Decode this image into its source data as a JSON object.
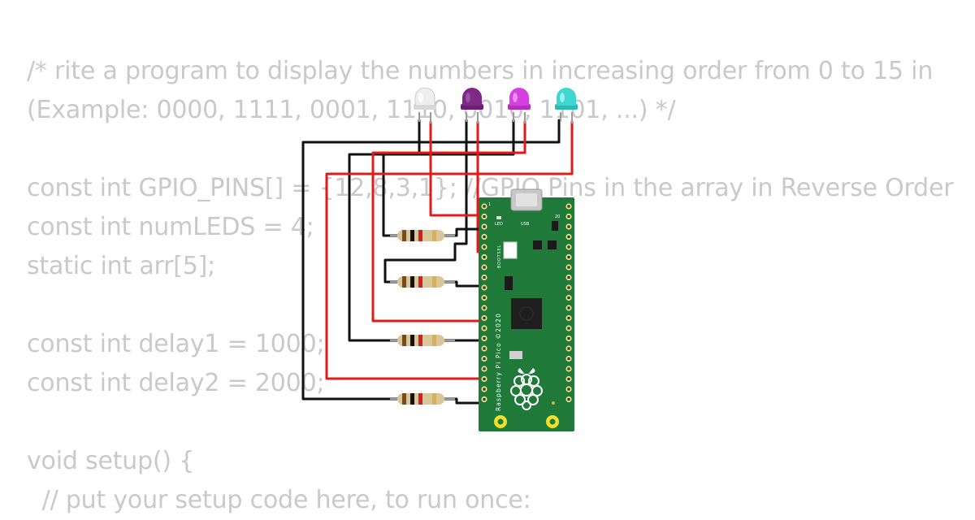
{
  "code_lines": [
    "/* rite a program to display the numbers in increasing order from 0 to 15 in",
    "(Example: 0000, 1111, 0001, 1110, 0010, 1101, ...) */",
    "",
    "const int GPIO_PINS[] = {12,8,3,1}; //GPIO Pins in the array in Reverse Order",
    "const int numLEDS = 4;",
    "static int arr[5];",
    "",
    "const int delay1 = 1000;",
    "const int delay2 = 2000;",
    "",
    "void setup() {",
    "  // put your setup code here, to run once:"
  ],
  "board": {
    "name": "Raspberry Pi Pico",
    "silkscreen": "Raspberry Pi Pico ©2020",
    "bootsel_label": "BOOTSEL",
    "led_label": "LED",
    "usb_label": "USB",
    "pin1_label": "1",
    "pin20_label": "20",
    "color": "#1f7a3a"
  },
  "leds": [
    {
      "name": "white-led",
      "color": "#e8e8e8"
    },
    {
      "name": "purple-led",
      "color": "#7d2a86"
    },
    {
      "name": "magenta-led",
      "color": "#d63fe0"
    },
    {
      "name": "cyan-led",
      "color": "#3fd6d2"
    }
  ],
  "resistors": [
    {
      "name": "resistor-1",
      "bands": [
        "#7a4a1a",
        "#111111",
        "#d21f1f",
        "#d4b060"
      ]
    },
    {
      "name": "resistor-2",
      "bands": [
        "#7a4a1a",
        "#111111",
        "#d21f1f",
        "#d4b060"
      ]
    },
    {
      "name": "resistor-3",
      "bands": [
        "#7a4a1a",
        "#111111",
        "#d21f1f",
        "#d4b060"
      ]
    },
    {
      "name": "resistor-4",
      "bands": [
        "#7a4a1a",
        "#111111",
        "#d21f1f",
        "#d4b060"
      ]
    }
  ],
  "wire_colors": {
    "ground": "#111111",
    "signal": "#e01b1b"
  }
}
